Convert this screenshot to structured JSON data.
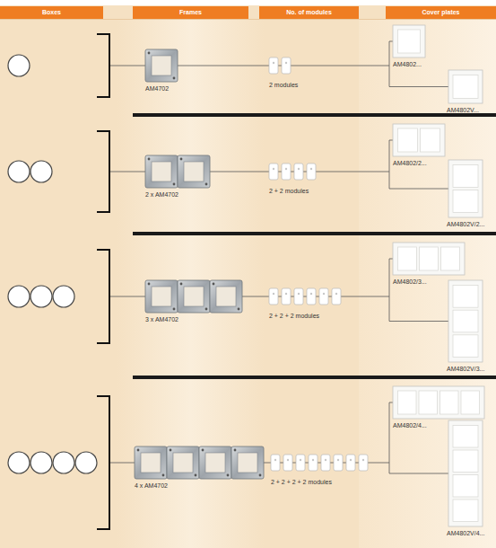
{
  "diagram": {
    "nodes": [
      {
        "text": [
          "Boxes"
        ]
      },
      {
        "text": [
          "Frames"
        ]
      },
      {
        "text": [
          "No. of modules"
        ]
      },
      {
        "text": [
          "Cover plates"
        ]
      }
    ],
    "labels": [
      "AM4702",
      "2 modules",
      "AM4802...",
      "AM4802V...",
      "2 x AM4702",
      "2 + 2 modules",
      "AM4802/2...",
      "AM4802V/2...",
      "3 x AM4702",
      "2 + 2 + 2 modules",
      "AM4802/3...",
      "AM4802V/3...",
      "4 x AM4702",
      "2 + 2 + 2 + 2 modules",
      "AM4802/4...",
      "AM4802V/4..."
    ]
  }
}
